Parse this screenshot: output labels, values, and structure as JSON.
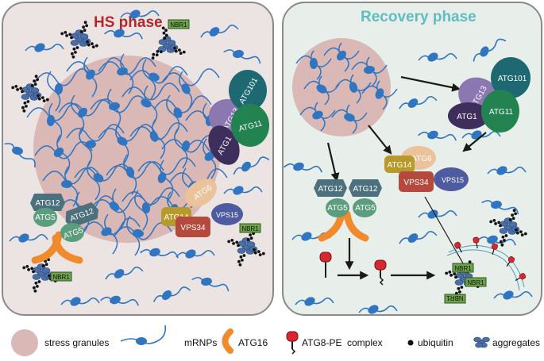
{
  "colors": {
    "hs_bg": "#ece4e3",
    "rec_bg": "#e8efeb",
    "granule": "#d9b8b5",
    "mrna": "#2f75c2",
    "hs_title": "#b5272d",
    "rec_title": "#5fbdc0",
    "atg16": "#f08a2c",
    "atg8": "#d8282f",
    "atg13": "#8c78b0",
    "atg101": "#1d6871",
    "atg11": "#228350",
    "atg1": "#3d2e5c",
    "atg6": "#ebc29a",
    "atg14": "#b89a2c",
    "vps34": "#b5493e",
    "vps15": "#4f5ba0",
    "atg12": "#4d707d",
    "atg5": "#5c9d7e",
    "nbr1": "#6ea34c",
    "aggregate": "#4a6ea5"
  },
  "hs_panel": {
    "title": "HS phase",
    "atg13": "ATG13",
    "atg101": "ATG101",
    "atg11": "ATG11",
    "atg1": "ATG1",
    "atg6": "ATG6",
    "atg14": "ATG14",
    "vps34": "VPS34",
    "vps15": "VPS15",
    "atg12_a": "ATG12",
    "atg12_b": "ATG12",
    "atg5_a": "ATG5",
    "atg5_b": "ATG5",
    "nbr1_top": "NBR1",
    "nbr1_right": "NBR1",
    "nbr1_bottom": "NBR1"
  },
  "rec_panel": {
    "title": "Recovery phase",
    "atg13": "ATG13",
    "atg101": "ATG101",
    "atg11": "ATG11",
    "atg1": "ATG1",
    "atg6": "ATG6",
    "atg14": "ATG14",
    "vps34": "VPS34",
    "vps15": "VPS15",
    "atg12_a": "ATG12",
    "atg12_b": "ATG12",
    "atg5_a": "ATG5",
    "atg5_b": "ATG5",
    "nbr1_a": "NBR1",
    "nbr1_b": "NBR1",
    "nbr1_c": "NBR1"
  },
  "legend": {
    "stress_granules": "stress granules",
    "mrnps": "mRNPs",
    "atg16": "ATG16",
    "atg8pe": "ATG8-PE",
    "complex": "complex",
    "ubiquitin": "ubiquitin",
    "aggregates": "aggregates"
  }
}
